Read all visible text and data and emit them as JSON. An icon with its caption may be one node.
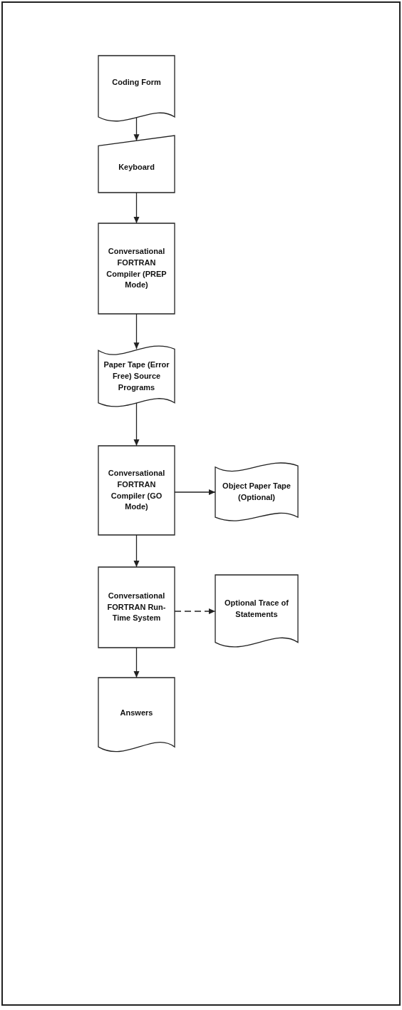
{
  "diagram": {
    "nodes": [
      {
        "text": [
          "Coding Form"
        ]
      },
      {
        "text": [
          "Keyboard"
        ]
      },
      {
        "text": [
          "Conversational FORTRAN Compiler (PREP Mode)"
        ]
      },
      {
        "text": [
          "Paper Tape (Error Free) Source Programs"
        ]
      },
      {
        "text": [
          "Conversational FORTRAN Compiler (GO Mode)"
        ]
      },
      {
        "text": [
          "Object Paper Tape (Optional)"
        ]
      },
      {
        "text": [
          "Conversational FORTRAN Run-Time System"
        ]
      },
      {
        "text": [
          "Optional Trace of Statements"
        ]
      },
      {
        "text": [
          "Answers"
        ]
      }
    ],
    "edges": [
      {
        "from": 0,
        "to": 1,
        "arrow": "to"
      },
      {
        "from": 1,
        "to": 2,
        "arrow": "to"
      },
      {
        "from": 2,
        "to": 3,
        "arrow": "to"
      },
      {
        "from": 3,
        "to": 4,
        "arrow": "to"
      },
      {
        "from": 4,
        "to": 5,
        "arrow": "to"
      },
      {
        "from": 4,
        "to": 6,
        "arrow": "to"
      },
      {
        "from": 6,
        "to": 7,
        "arrow": "to",
        "style": "dashed"
      },
      {
        "from": 6,
        "to": 8,
        "arrow": "to"
      }
    ]
  }
}
